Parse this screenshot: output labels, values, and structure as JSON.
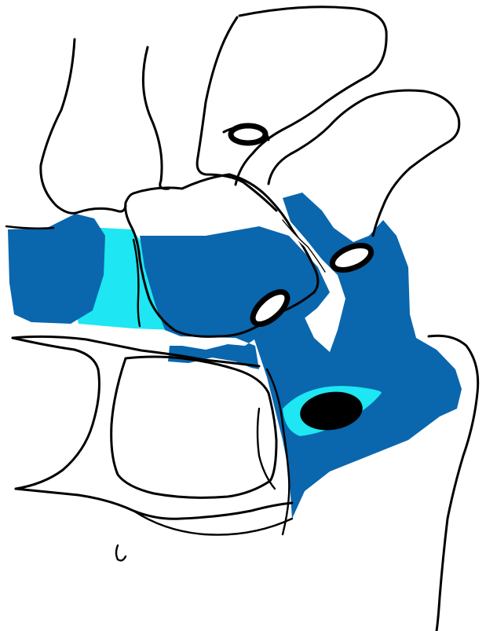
{
  "drawing": {
    "colors": {
      "background": "#ffffff",
      "outline": "#000000",
      "dark_blue": "#0a66ad",
      "light_cyan": "#1ee6f2",
      "hole_fill": "#ffffff",
      "hole_ring": "#000000"
    },
    "regions": [
      {
        "name": "left-blue-block",
        "color": "dark_blue"
      },
      {
        "name": "cyan-band",
        "color": "light_cyan"
      },
      {
        "name": "central-blue-block",
        "color": "dark_blue"
      },
      {
        "name": "right-blue-mass",
        "color": "dark_blue"
      },
      {
        "name": "cyan-ellipse-ring",
        "color": "light_cyan"
      }
    ],
    "holes": [
      {
        "name": "upper-small-hole",
        "style": "ring"
      },
      {
        "name": "right-upper-hole",
        "style": "ring"
      },
      {
        "name": "central-lower-hole",
        "style": "ring"
      },
      {
        "name": "large-black-hole",
        "style": "filled"
      }
    ]
  }
}
